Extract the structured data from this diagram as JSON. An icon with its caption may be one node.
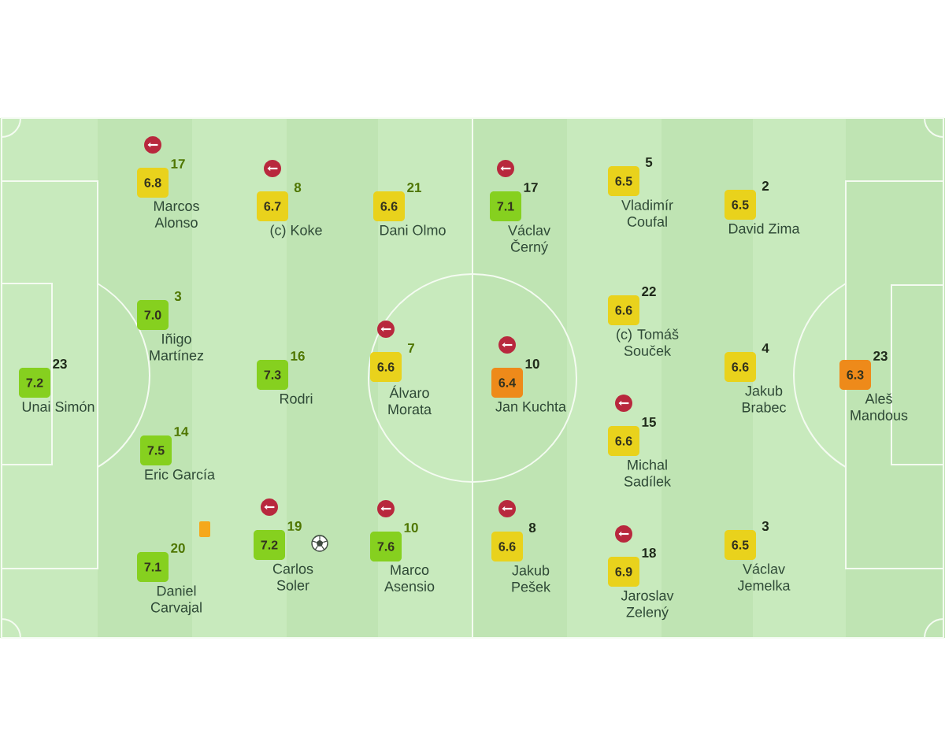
{
  "diagram": {
    "nodes": [
      {
        "text": [
          "7.2"
        ],
        "beside": [
          "23",
          "Unai Simón"
        ]
      },
      {
        "text": [
          "6.8"
        ],
        "beside": [
          "17",
          "Marcos Alonso"
        ]
      },
      {
        "text": [
          "7.0"
        ],
        "beside": [
          "3",
          "Iñigo Martínez"
        ]
      },
      {
        "text": [
          "7.5"
        ],
        "beside": [
          "14",
          "Eric García"
        ]
      },
      {
        "text": [
          "7.1"
        ],
        "beside": [
          "20",
          "Daniel Carvajal"
        ]
      },
      {
        "text": [
          "6.7"
        ],
        "beside": [
          "8",
          "(c) Koke"
        ]
      },
      {
        "text": [
          "7.3"
        ],
        "beside": [
          "16",
          "Rodri"
        ]
      },
      {
        "text": [
          "7.2"
        ],
        "beside": [
          "19",
          "Carlos Soler"
        ]
      },
      {
        "text": [
          "6.6"
        ],
        "beside": [
          "21",
          "Dani Olmo"
        ]
      },
      {
        "text": [
          "6.6"
        ],
        "beside": [
          "7",
          "Álvaro Morata"
        ]
      },
      {
        "text": [
          "7.6"
        ],
        "beside": [
          "10",
          "Marco Asensio"
        ]
      },
      {
        "text": [
          "7.1"
        ],
        "beside": [
          "17",
          "Václav Černý"
        ]
      },
      {
        "text": [
          "6.4"
        ],
        "beside": [
          "10",
          "Jan Kuchta"
        ]
      },
      {
        "text": [
          "6.6"
        ],
        "beside": [
          "8",
          "Jakub Pešek"
        ]
      },
      {
        "text": [
          "6.5"
        ],
        "beside": [
          "5",
          "Vladimír Coufal"
        ]
      },
      {
        "text": [
          "6.6"
        ],
        "beside": [
          "22",
          "(c) Tomáš Souček"
        ]
      },
      {
        "text": [
          "6.6"
        ],
        "beside": [
          "15",
          "Michal Sadílek"
        ]
      },
      {
        "text": [
          "6.9"
        ],
        "beside": [
          "18",
          "Jaroslav Zelený"
        ]
      },
      {
        "text": [
          "6.5"
        ],
        "beside": [
          "2",
          "David Zima"
        ]
      },
      {
        "text": [
          "6.6"
        ],
        "beside": [
          "4",
          "Jakub Brabec"
        ]
      },
      {
        "text": [
          "6.5"
        ],
        "beside": [
          "3",
          "Václav Jemelka"
        ]
      },
      {
        "text": [
          "6.3"
        ],
        "beside": [
          "23",
          "Aleš Mandous"
        ]
      }
    ]
  }
}
